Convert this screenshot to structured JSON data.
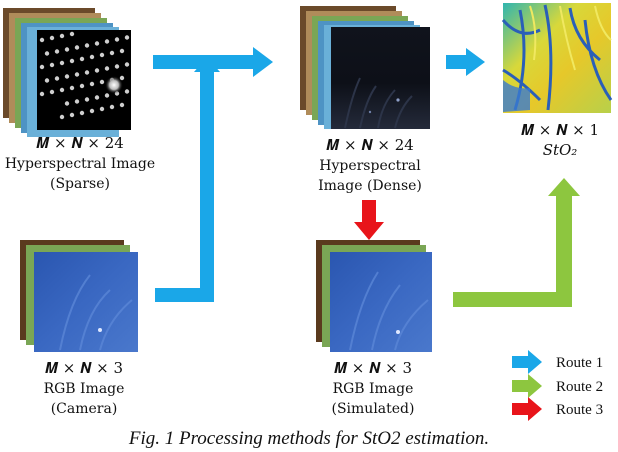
{
  "nodes": {
    "hsi_sparse": {
      "dims": "𝑴 × 𝑵 × 24",
      "line1": "Hyperspectral Image",
      "line2": "(Sparse)"
    },
    "hsi_dense": {
      "dims": "𝑴 × 𝑵 × 24",
      "line1": "Hyperspectral",
      "line2": "Image (Dense)"
    },
    "sto2": {
      "dims": "𝑴 × 𝑵 × 1",
      "line1": "𝑆𝑡𝑂₂"
    },
    "rgb_camera": {
      "dims": "𝑴 × 𝑵 × 3",
      "line1": "RGB Image",
      "line2": "(Camera)"
    },
    "rgb_simulated": {
      "dims": "𝑴 × 𝑵 × 3",
      "line1": "RGB Image",
      "line2": "(Simulated)"
    }
  },
  "legend": [
    {
      "label": "Route 1",
      "color": "#1aa7e8",
      "icon": "right-arrow-icon"
    },
    {
      "label": "Route 2",
      "color": "#8dc63f",
      "icon": "right-arrow-icon"
    },
    {
      "label": "Route 3",
      "color": "#e8141a",
      "icon": "right-arrow-icon"
    }
  ],
  "caption": "Fig. 1 Processing methods for StO2 estimation.",
  "colors": {
    "route1": "#1aa7e8",
    "route2": "#8dc63f",
    "route3": "#e8141a"
  }
}
